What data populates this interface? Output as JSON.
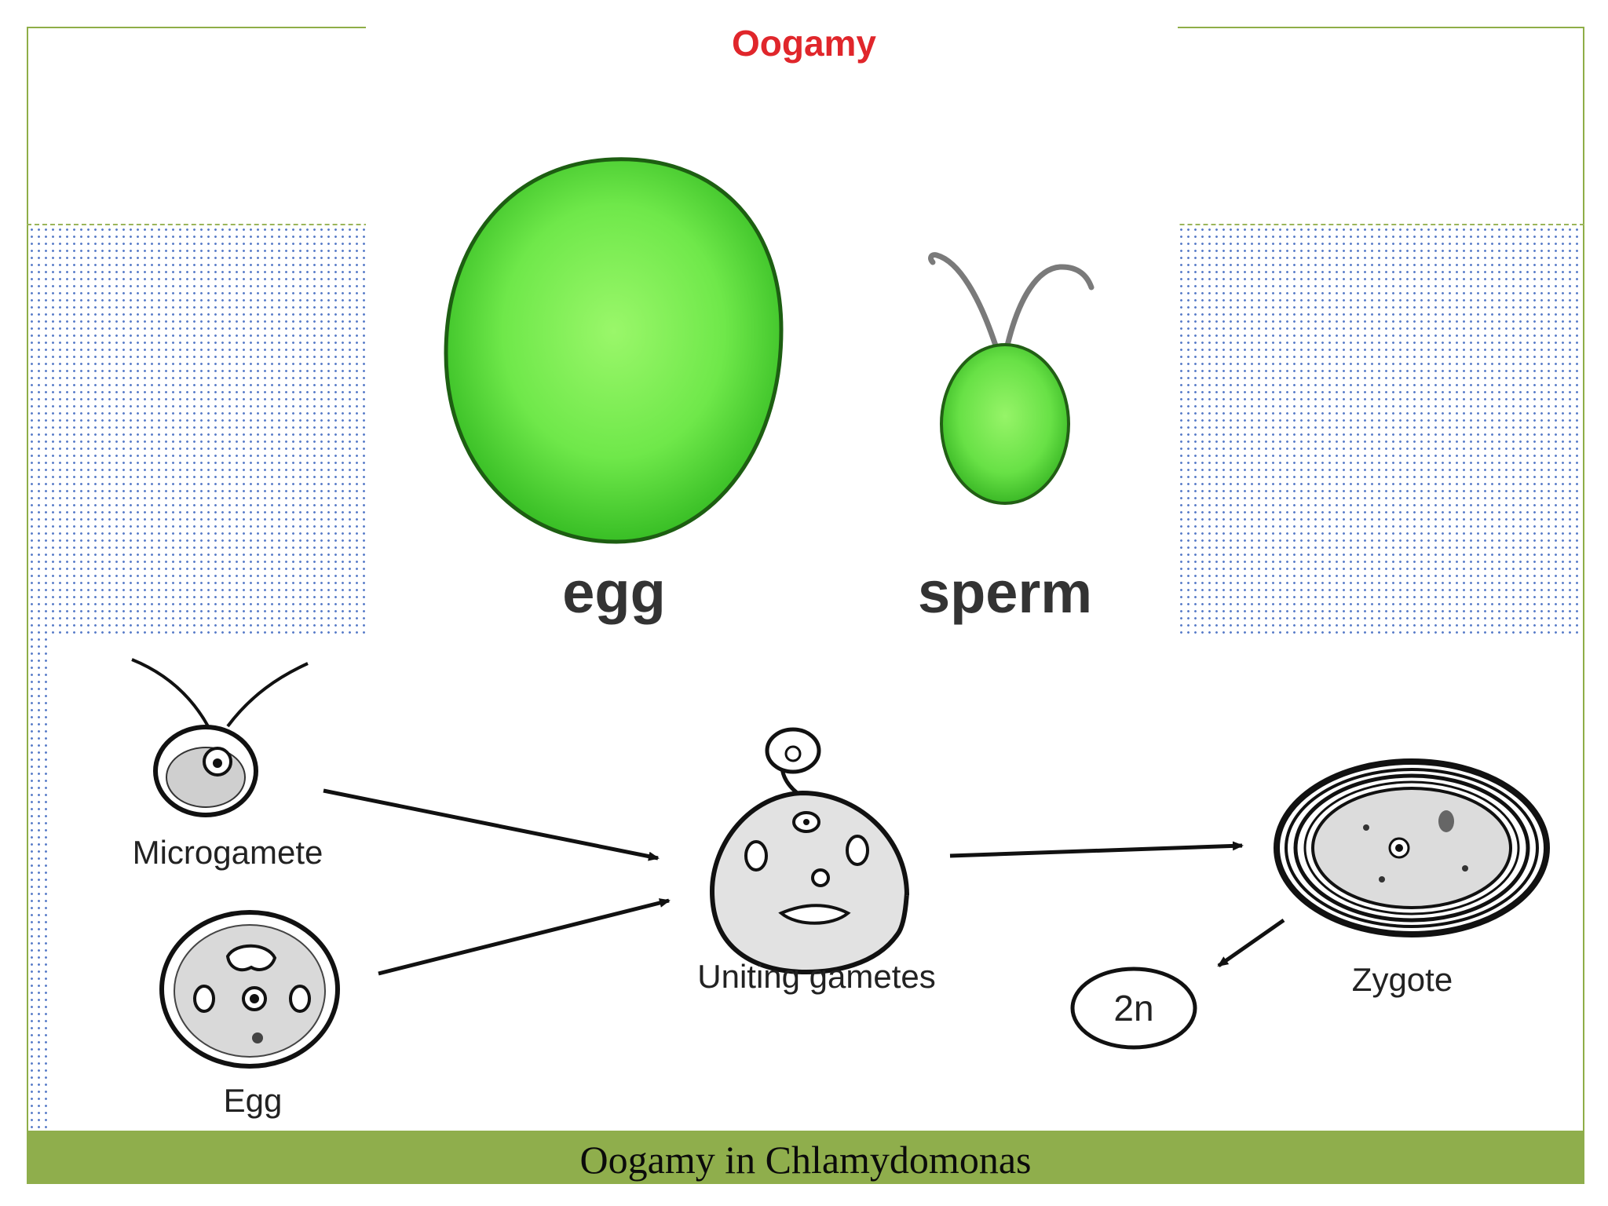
{
  "title": "Oogamy",
  "top_figure": {
    "egg_label": "egg",
    "sperm_label": "sperm"
  },
  "cycle_figure": {
    "microgamete_label": "Microgamete",
    "egg_label": "Egg",
    "uniting_label": "Uniting gametes",
    "zygote_label": "Zygote",
    "ploidy_label": "2n"
  },
  "caption": "Oogamy in Chlamydomonas",
  "colors": {
    "title": "#e0262b",
    "cell_green": "#5fe040",
    "accent_bar": "#8fae4c",
    "dot_pattern": "#5b7ec9"
  }
}
